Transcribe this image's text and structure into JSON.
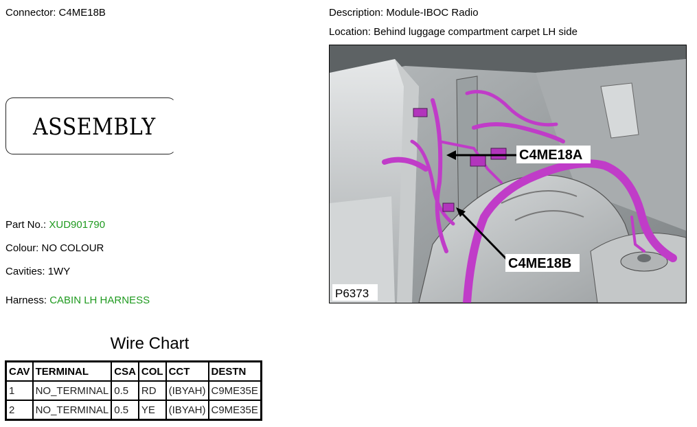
{
  "connector": {
    "label": "Connector:",
    "value": "C4ME18B"
  },
  "description": {
    "label": "Description:",
    "value": "Module-IBOC Radio"
  },
  "location": {
    "label": "Location:",
    "value": "Behind luggage compartment carpet LH side"
  },
  "assembly": {
    "text": "ASSEMBLY"
  },
  "part_no": {
    "label": "Part No.:",
    "value": "XUD901790"
  },
  "colour": {
    "label": "Colour:",
    "value": "NO COLOUR"
  },
  "cavities": {
    "label": "Cavities:",
    "value": "1WY"
  },
  "harness": {
    "label": "Harness:",
    "value": "CABIN LH HARNESS"
  },
  "wire_chart": {
    "title": "Wire Chart",
    "headers": [
      "CAV",
      "TERMINAL",
      "CSA",
      "COL",
      "CCT",
      "DESTN"
    ],
    "rows": [
      [
        "1",
        "NO_TERMINAL",
        "0.5",
        "RD",
        "(IBYAH)",
        "C9ME35E"
      ],
      [
        "2",
        "NO_TERMINAL",
        "0.5",
        "YE",
        "(IBYAH)",
        "C9ME35E"
      ]
    ]
  },
  "image": {
    "callout_a": "C4ME18A",
    "callout_b": "C4ME18B",
    "figure_id": "P6373"
  },
  "colors": {
    "accent_green": "#1f9a1f",
    "harness_magenta": "#c03cc8"
  }
}
